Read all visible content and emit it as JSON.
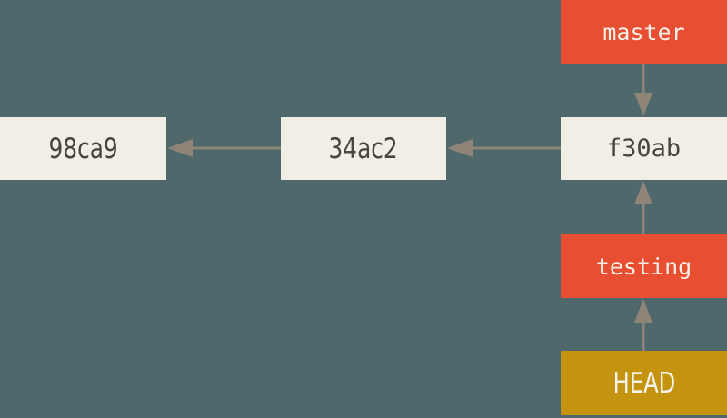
{
  "diagram": {
    "title": "git branch pointers diagram",
    "commits": [
      {
        "id": "98ca9"
      },
      {
        "id": "34ac2"
      },
      {
        "id": "f30ab"
      }
    ],
    "branches": [
      {
        "label": "master",
        "points_to": "f30ab"
      },
      {
        "label": "testing",
        "points_to": "f30ab"
      }
    ],
    "head": {
      "label": "HEAD",
      "points_to": "testing"
    }
  },
  "colors": {
    "background": "#4e686c",
    "commit-fill": "#f0eee5",
    "commit-text": "#4a443c",
    "branch-fill": "#e84e31",
    "branch-text": "#f4f0e8",
    "head-fill": "#c49410",
    "head-text": "#f5f3ec",
    "arrow": "#8e8478"
  }
}
